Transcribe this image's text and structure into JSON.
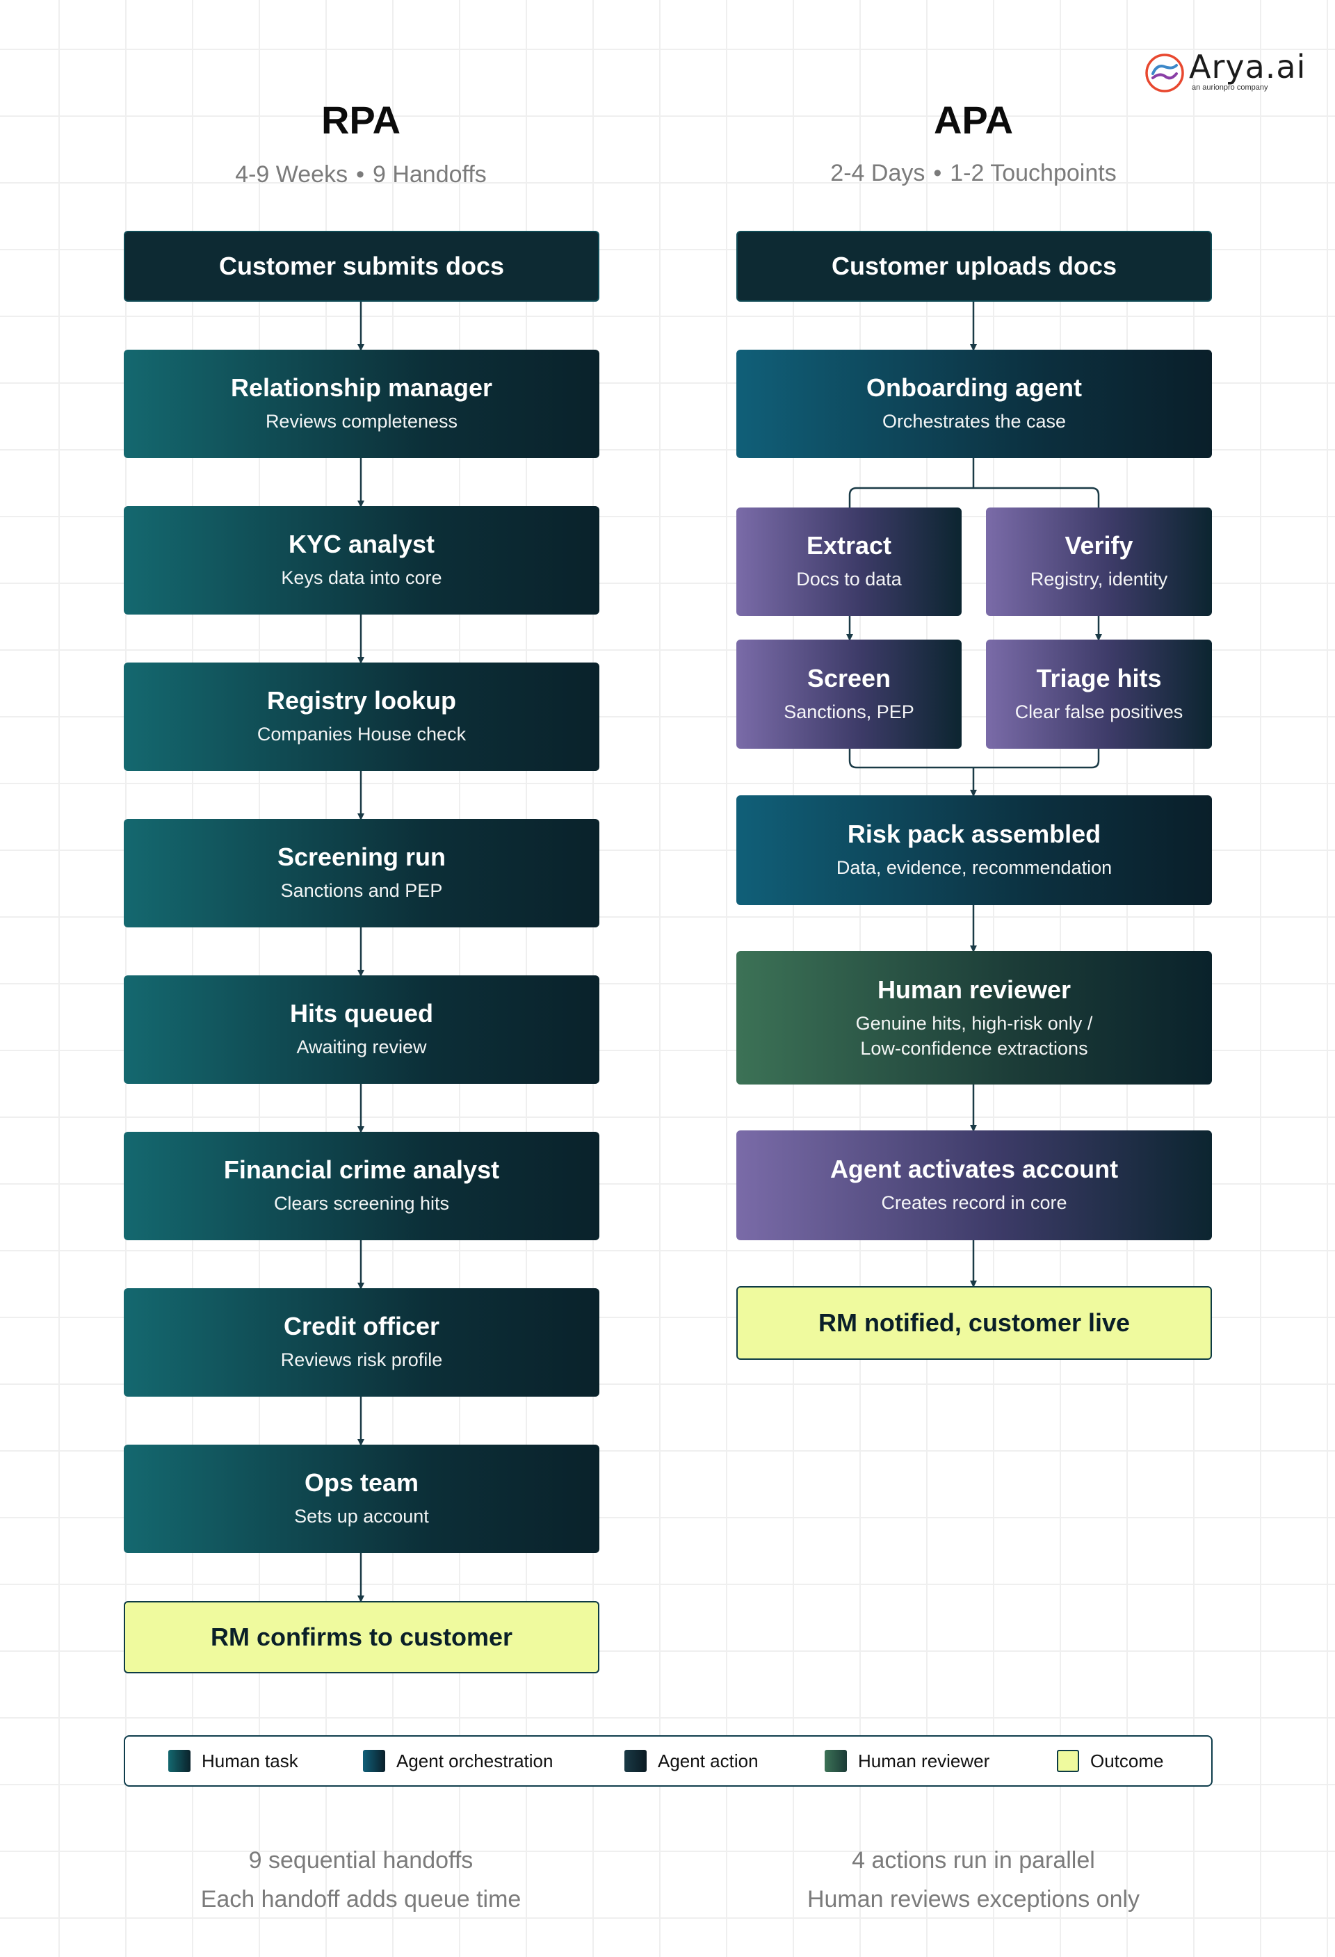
{
  "brand": {
    "name": "Arya.ai",
    "tagline": "an aurionpro company",
    "colors": [
      "#e8482f",
      "#f0a23a",
      "#3d88c8",
      "#8a3fa6"
    ]
  },
  "rpa": {
    "title": "RPA",
    "metric_1": "4-9 Weeks",
    "metric_2": "9 Handoffs",
    "steps": [
      {
        "title": "Customer submits docs"
      },
      {
        "title": "Relationship manager",
        "sub": "Reviews completeness"
      },
      {
        "title": "KYC analyst",
        "sub": "Keys data into core"
      },
      {
        "title": "Registry lookup",
        "sub": "Companies House check"
      },
      {
        "title": "Screening run",
        "sub": "Sanctions and PEP"
      },
      {
        "title": "Hits queued",
        "sub": "Awaiting review"
      },
      {
        "title": "Financial crime analyst",
        "sub": "Clears screening hits"
      },
      {
        "title": "Credit officer",
        "sub": "Reviews risk profile"
      },
      {
        "title": "Ops team",
        "sub": "Sets up account"
      },
      {
        "title": "RM confirms to customer"
      }
    ],
    "footer_1": "9 sequential handoffs",
    "footer_2": "Each handoff adds queue time"
  },
  "apa": {
    "title": "APA",
    "metric_1": "2-4 Days",
    "metric_2": "1-2 Touchpoints",
    "steps": {
      "start": {
        "title": "Customer uploads docs"
      },
      "orchestrator": {
        "title": "Onboarding agent",
        "sub": "Orchestrates the case"
      },
      "extract": {
        "title": "Extract",
        "sub": "Docs to data"
      },
      "verify": {
        "title": "Verify",
        "sub": "Registry, identity"
      },
      "screen": {
        "title": "Screen",
        "sub": "Sanctions, PEP"
      },
      "triage": {
        "title": "Triage hits",
        "sub": "Clear false positives"
      },
      "risk_pack": {
        "title": "Risk pack assembled",
        "sub": "Data, evidence, recommendation"
      },
      "reviewer": {
        "title": "Human reviewer",
        "sub_1": "Genuine hits, high-risk only /",
        "sub_2": "Low-confidence extractions"
      },
      "activate": {
        "title": "Agent activates account",
        "sub": "Creates record in core"
      },
      "outcome": {
        "title": "RM notified, customer live"
      }
    },
    "footer_1": "4 actions run in parallel",
    "footer_2": "Human reviews exceptions only"
  },
  "separator": "•",
  "legend": [
    {
      "label": "Human task",
      "icon": "human-task-swatch",
      "color": "#14686f"
    },
    {
      "label": "Agent orchestration",
      "icon": "agent-orchestration-swatch",
      "color": "#105f78"
    },
    {
      "label": "Agent action",
      "icon": "agent-action-swatch",
      "color": "#0c2530"
    },
    {
      "label": "Human reviewer",
      "icon": "human-reviewer-swatch",
      "color": "#3c7256"
    },
    {
      "label": "Outcome",
      "icon": "outcome-swatch",
      "color": "#effa9e"
    }
  ]
}
